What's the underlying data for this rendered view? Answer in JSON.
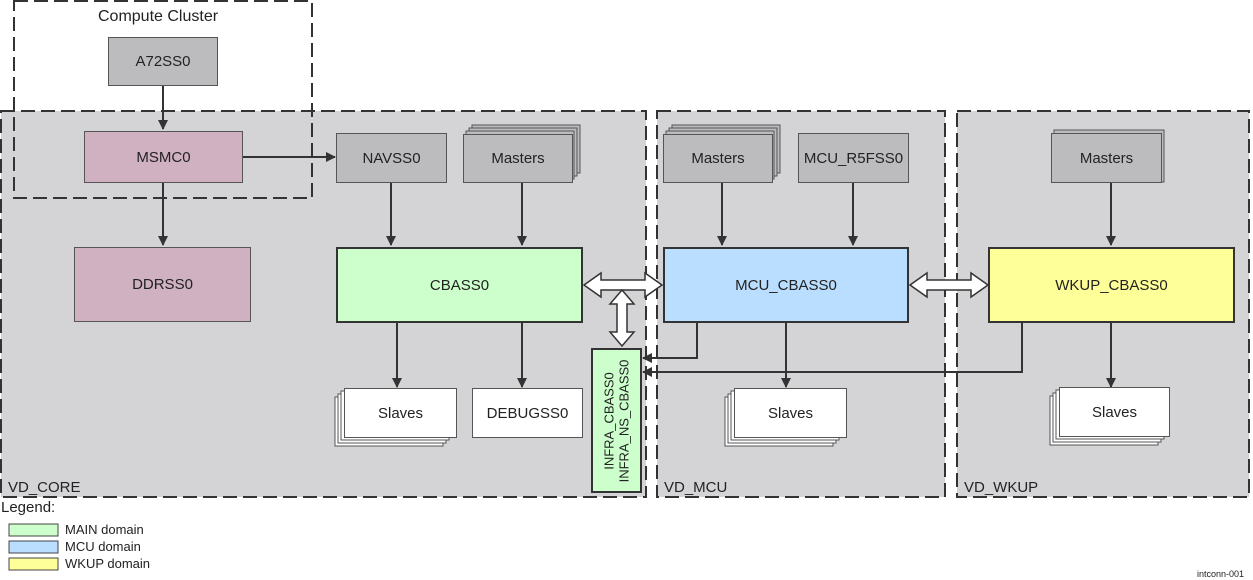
{
  "diagram": {
    "compute_cluster_label": "Compute Cluster",
    "domains": {
      "core": "VD_CORE",
      "mcu": "VD_MCU",
      "wkup": "VD_WKUP"
    },
    "blocks": {
      "a72": "A72SS0",
      "msmc": "MSMC0",
      "ddr": "DDRSS0",
      "navss": "NAVSS0",
      "masters_core": "Masters",
      "cbass": "CBASS0",
      "slaves_core": "Slaves",
      "debug": "DEBUGSS0",
      "infra_cbass": "INFRA_CBASS0",
      "infra_ns_cbass": "INFRA_NS_CBASS0",
      "masters_mcu": "Masters",
      "mcu_r5": "MCU_R5FSS0",
      "mcu_cbass": "MCU_CBASS0",
      "slaves_mcu": "Slaves",
      "masters_wkup": "Masters",
      "wkup_cbass": "WKUP_CBASS0",
      "slaves_wkup": "Slaves"
    },
    "colors": {
      "main_domain": "#ccffcc",
      "mcu_domain": "#b9deff",
      "wkup_domain": "#ffff99",
      "msmc_ddr": "#cfb1c1",
      "region_fill": "#d4d4d6",
      "block_gray": "#bcbcbe"
    }
  },
  "legend": {
    "title": "Legend:",
    "items": [
      {
        "label": "MAIN domain",
        "color": "#ccffcc"
      },
      {
        "label": "MCU domain",
        "color": "#b9deff"
      },
      {
        "label": "WKUP domain",
        "color": "#ffff99"
      }
    ]
  },
  "figure_id": "intconn-001"
}
